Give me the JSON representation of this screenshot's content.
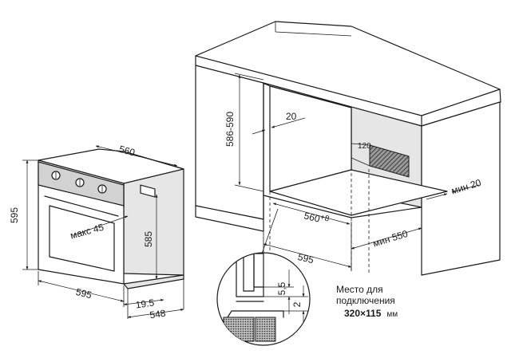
{
  "dimensions": {
    "oven_width_top": "560",
    "oven_height_left": "595",
    "oven_height_front": "585",
    "oven_width_bottom": "595",
    "oven_depth_a": "19.5",
    "oven_depth_b": "548",
    "oven_tilt_label": "макс 45",
    "cabinet_height": "586-590",
    "cabinet_gap": "20",
    "cabinet_inner_width": "560",
    "cabinet_inner_width_tol": "+8",
    "cabinet_front_width": "595",
    "cabinet_min_depth": "мин 550",
    "cabinet_min_gap": "мин 20",
    "vent_angle": "120",
    "detail_a": "5,5",
    "detail_b": "2"
  },
  "connection_note": {
    "line1": "Место для",
    "line2": "подключения",
    "size_value": "320×115",
    "size_unit": "мм"
  }
}
